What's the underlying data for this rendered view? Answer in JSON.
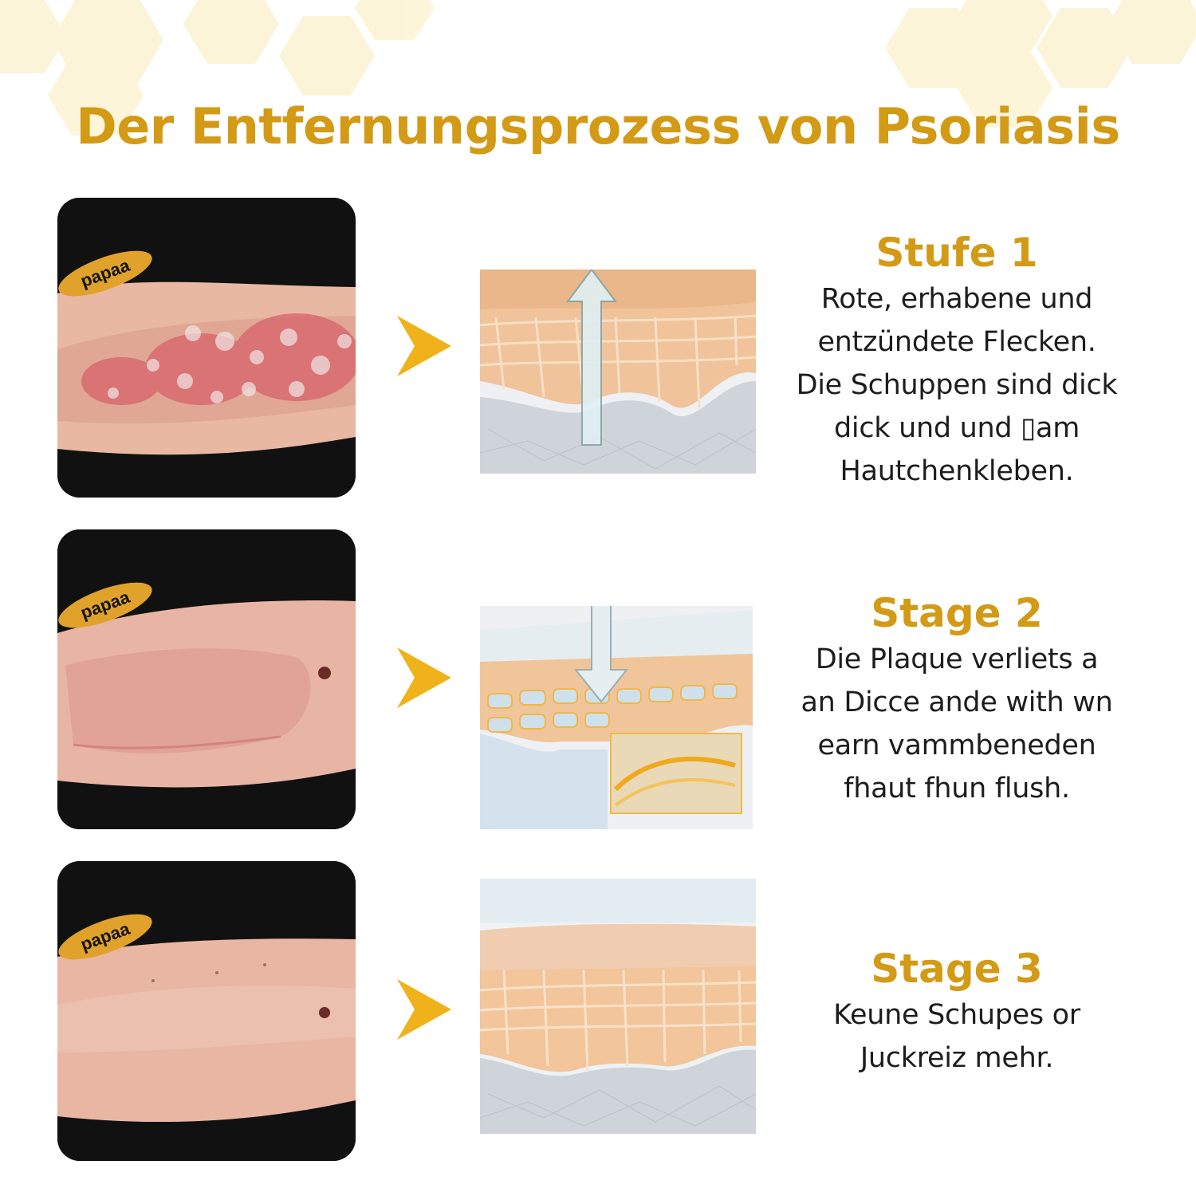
{
  "page": {
    "title": "Der Entfernungsprozess von Psoriasis"
  },
  "stages": [
    {
      "title": "Stufe 1",
      "lines": [
        "Rote, erhabene und",
        "entzündete Flecken.",
        "Die Schuppen sind dick",
        "dick und und ▯am",
        "Hautchenkleben."
      ],
      "photo_logo": "papaa",
      "arrow_icon": "triangle-right-icon",
      "skin_icon": "skin-layers-illustration",
      "flow_icon": "arrow-up-icon"
    },
    {
      "title": "Stage 2",
      "lines": [
        "Die Plaque verliets a",
        "an Dicce ande with wn",
        "earn vammbeneden",
        "fhaut fhun flush."
      ],
      "photo_logo": "papaa",
      "arrow_icon": "triangle-right-icon",
      "skin_icon": "skin-layers-illustration",
      "flow_icon": "arrow-down-icon"
    },
    {
      "title": "Stage 3",
      "lines": [
        "Keune Schupes or",
        "Juckreiz mehr."
      ],
      "photo_logo": "papaa",
      "arrow_icon": "triangle-right-icon",
      "skin_icon": "skin-layers-illustration"
    }
  ],
  "colors": {
    "accent": "#d39a16",
    "arrow": "#f0b21a",
    "text": "#1d1d1d",
    "hexagon": "#fbf1c9"
  }
}
